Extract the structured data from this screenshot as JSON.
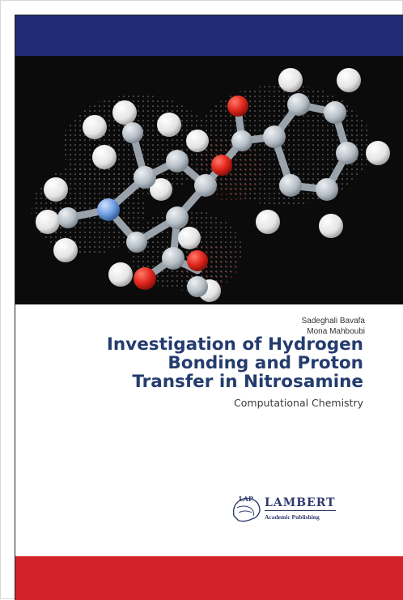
{
  "book": {
    "authors": [
      "Sadeghali  Bavafa",
      "Mona Mahboubi"
    ],
    "title_lines": [
      "Investigation of Hydrogen",
      "Bonding and Proton",
      "Transfer in Nitrosamine"
    ],
    "subtitle": "Computational Chemistry"
  },
  "publisher": {
    "logo_mark": "LAP",
    "name": "LAMBERT",
    "tagline": "Academic Publishing"
  },
  "colors": {
    "top_band": "#1f2b74",
    "bottom_band": "#d2232a",
    "title": "#243c6e",
    "atom_hydrogen": "#f2f2f2",
    "atom_carbon": "#b9c0c7",
    "atom_oxygen": "#e0261c",
    "atom_nitrogen": "#6e9ee0"
  },
  "cover_art": {
    "subject": "3D ball-and-stick molecular model on black background"
  }
}
